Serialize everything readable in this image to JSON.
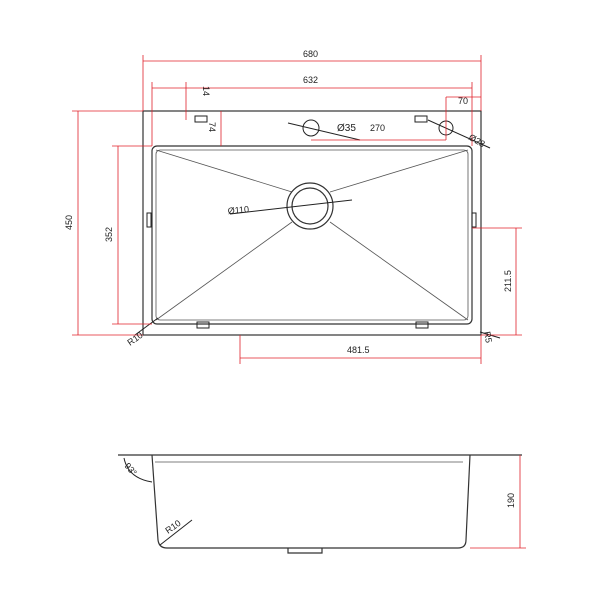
{
  "top_view": {
    "overall_width": "680",
    "bowl_width": "632",
    "edge_offset": "14",
    "faucet_offset_x": "70",
    "bowl_offset_y": "74",
    "faucet_hole": "Ø35",
    "hole_spacing": "270",
    "soap_hole": "Ø28",
    "drain": "Ø110",
    "overall_depth": "450",
    "bowl_depth": "352",
    "drain_offset_y": "211.5",
    "drain_offset_x": "481.5",
    "corner_radius_bowl": "R10",
    "corner_radius_outer": "R5"
  },
  "side_view": {
    "wall_angle": "93°",
    "bottom_radius": "R10",
    "height": "190"
  },
  "colors": {
    "dimension": "#e0202a",
    "outline": "#333333"
  }
}
